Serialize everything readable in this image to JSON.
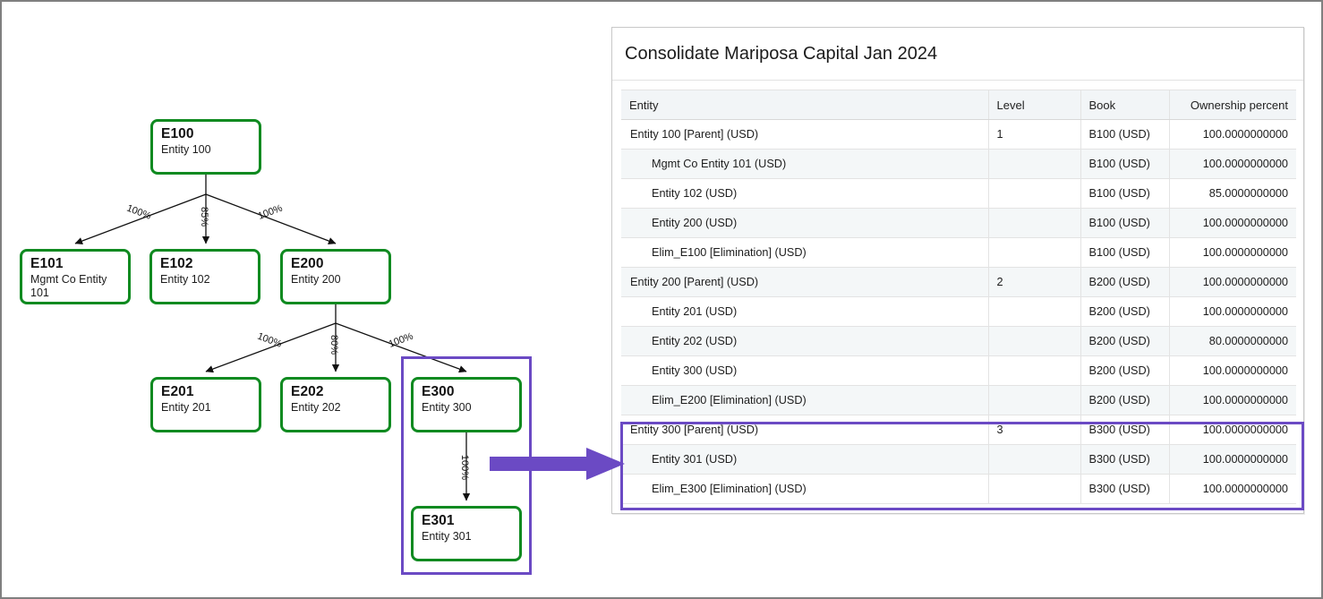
{
  "colors": {
    "node_border": "#0f8a20",
    "highlight": "#6b4ac4",
    "header_bg": "#f2f5f7",
    "row_alt_bg": "#f4f7f8",
    "frame": "#808080"
  },
  "diagram": {
    "nodes": [
      {
        "id": "e100",
        "code": "E100",
        "name": "Entity 100"
      },
      {
        "id": "e101",
        "code": "E101",
        "name": "Mgmt Co Entity 101"
      },
      {
        "id": "e102",
        "code": "E102",
        "name": "Entity 102"
      },
      {
        "id": "e200",
        "code": "E200",
        "name": "Entity 200"
      },
      {
        "id": "e201",
        "code": "E201",
        "name": "Entity 201"
      },
      {
        "id": "e202",
        "code": "E202",
        "name": "Entity 202"
      },
      {
        "id": "e300",
        "code": "E300",
        "name": "Entity 300"
      },
      {
        "id": "e301",
        "code": "E301",
        "name": "Entity 301"
      }
    ],
    "edges": [
      {
        "from": "E100",
        "to": "E101",
        "label": "100%"
      },
      {
        "from": "E100",
        "to": "E102",
        "label": "85%"
      },
      {
        "from": "E100",
        "to": "E200",
        "label": "100%"
      },
      {
        "from": "E200",
        "to": "E201",
        "label": "100%"
      },
      {
        "from": "E200",
        "to": "E202",
        "label": "80%"
      },
      {
        "from": "E200",
        "to": "E300",
        "label": "100%"
      },
      {
        "from": "E300",
        "to": "E301",
        "label": "100%"
      }
    ],
    "group_highlight": {
      "members": [
        "E300",
        "E301"
      ]
    },
    "flow_arrow": {
      "label": ""
    }
  },
  "card": {
    "title": "Consolidate Mariposa Capital Jan 2024"
  },
  "table": {
    "columns": [
      {
        "key": "entity",
        "label": "Entity",
        "align": "left"
      },
      {
        "key": "level",
        "label": "Level",
        "align": "left"
      },
      {
        "key": "book",
        "label": "Book",
        "align": "left"
      },
      {
        "key": "ownership",
        "label": "Ownership percent",
        "align": "right"
      }
    ],
    "rows": [
      {
        "entity": "Entity 100 [Parent] (USD)",
        "indent": 0,
        "level": "1",
        "book": "B100 (USD)",
        "ownership": "100.0000000000",
        "alt": false
      },
      {
        "entity": "Mgmt Co Entity 101 (USD)",
        "indent": 1,
        "level": "",
        "book": "B100 (USD)",
        "ownership": "100.0000000000",
        "alt": true
      },
      {
        "entity": "Entity 102 (USD)",
        "indent": 1,
        "level": "",
        "book": "B100 (USD)",
        "ownership": "85.0000000000",
        "alt": false
      },
      {
        "entity": "Entity 200 (USD)",
        "indent": 1,
        "level": "",
        "book": "B100 (USD)",
        "ownership": "100.0000000000",
        "alt": true
      },
      {
        "entity": "Elim_E100 [Elimination] (USD)",
        "indent": 1,
        "level": "",
        "book": "B100 (USD)",
        "ownership": "100.0000000000",
        "alt": false
      },
      {
        "entity": "Entity 200 [Parent] (USD)",
        "indent": 0,
        "level": "2",
        "book": "B200 (USD)",
        "ownership": "100.0000000000",
        "alt": true
      },
      {
        "entity": "Entity 201 (USD)",
        "indent": 1,
        "level": "",
        "book": "B200 (USD)",
        "ownership": "100.0000000000",
        "alt": false
      },
      {
        "entity": "Entity 202 (USD)",
        "indent": 1,
        "level": "",
        "book": "B200 (USD)",
        "ownership": "80.0000000000",
        "alt": true
      },
      {
        "entity": "Entity 300 (USD)",
        "indent": 1,
        "level": "",
        "book": "B200 (USD)",
        "ownership": "100.0000000000",
        "alt": false
      },
      {
        "entity": "Elim_E200 [Elimination] (USD)",
        "indent": 1,
        "level": "",
        "book": "B200 (USD)",
        "ownership": "100.0000000000",
        "alt": true
      },
      {
        "entity": "Entity 300 [Parent] (USD)",
        "indent": 0,
        "level": "3",
        "book": "B300 (USD)",
        "ownership": "100.0000000000",
        "alt": false
      },
      {
        "entity": "Entity 301 (USD)",
        "indent": 1,
        "level": "",
        "book": "B300 (USD)",
        "ownership": "100.0000000000",
        "alt": true
      },
      {
        "entity": "Elim_E300 [Elimination] (USD)",
        "indent": 1,
        "level": "",
        "book": "B300 (USD)",
        "ownership": "100.0000000000",
        "alt": false
      }
    ],
    "highlighted_rows": [
      10,
      11,
      12
    ]
  }
}
